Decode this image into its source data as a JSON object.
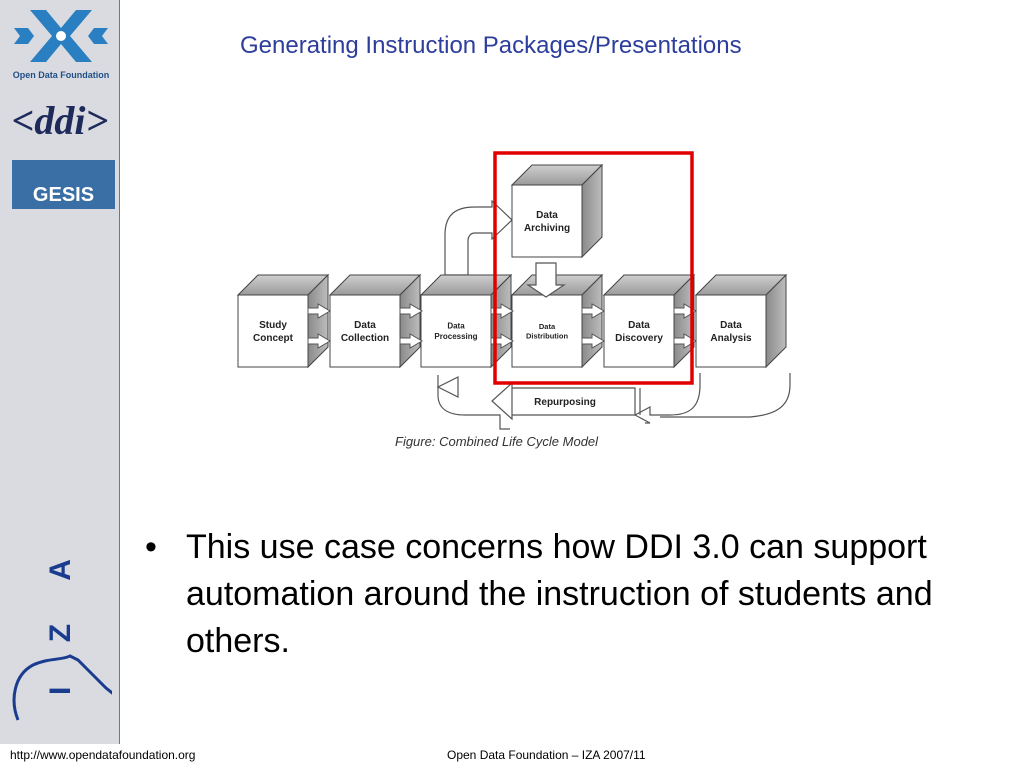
{
  "slide": {
    "title": "Generating Instruction Packages/Presentations",
    "bullet_text": "This use case concerns how DDI 3.0 can support automation around the instruction of students and others."
  },
  "sidebar": {
    "odf_logo_text": "Open Data Foundation",
    "ddi_logo_text": "<ddi>",
    "gesis_logo_text": "GESIS",
    "iza_logo_text": "I Z A"
  },
  "diagram": {
    "caption": "Figure: Combined Life Cycle Model",
    "boxes": {
      "study_concept": [
        "Study",
        "Concept"
      ],
      "data_collection": [
        "Data",
        "Collection"
      ],
      "data_processing": [
        "Data",
        "Processing"
      ],
      "data_distribution": [
        "Data",
        "Distribution"
      ],
      "data_discovery": [
        "Data",
        "Discovery"
      ],
      "data_analysis": [
        "Data",
        "Analysis"
      ],
      "data_archiving": [
        "Data",
        "Archiving"
      ]
    },
    "repurposing_label": "Repurposing",
    "highlight_color": "#e00000"
  },
  "footer": {
    "url": "http://www.opendatafoundation.org",
    "center": "Open Data Foundation – IZA 2007/11"
  }
}
